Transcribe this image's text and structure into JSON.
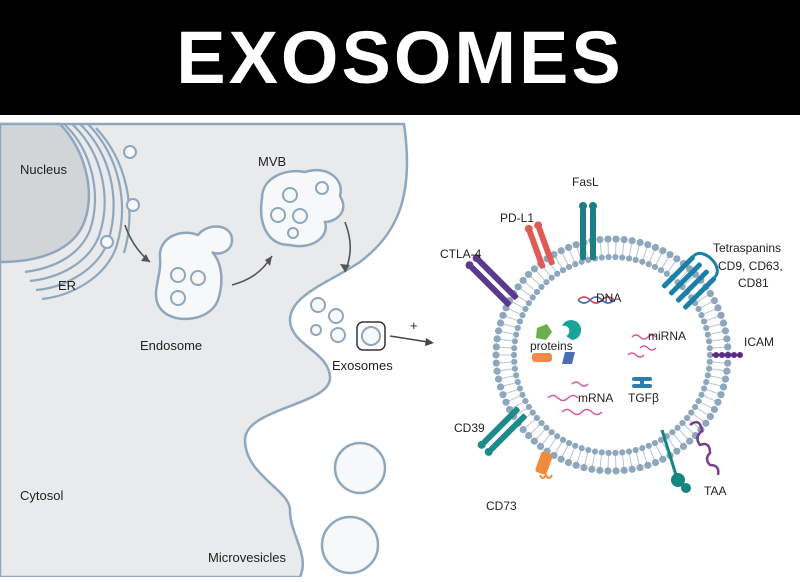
{
  "title": "EXOSOMES",
  "labels": {
    "nucleus": "Nucleus",
    "er": "ER",
    "endosome": "Endosome",
    "mvb": "MVB",
    "exosomes": "Exosomes",
    "cytosol": "Cytosol",
    "microvesicles": "Microvesicles",
    "plus": "+"
  },
  "exosome_labels": {
    "fasl": "FasL",
    "pdl1": "PD-L1",
    "ctla4": "CTLA-4",
    "tetra1": "Tetraspanins",
    "tetra2": "CD9, CD63,",
    "tetra3": "CD81",
    "icam": "ICAM",
    "dna": "DNA",
    "proteins": "proteins",
    "mirna": "miRNA",
    "mrna": "mRNA",
    "tgfb": "TGFβ",
    "cd39": "CD39",
    "cd73": "CD73",
    "taa": "TAA"
  },
  "colors": {
    "cell_fill": "#e8eaec",
    "membrane": "#8fa7bd",
    "nucleus_fill": "#d2d5d8",
    "vesicle_fill": "#f7f8f9",
    "bilayer_head": "#8ea7bd",
    "fasl": "#1c7f86",
    "pdl1": "#e05b56",
    "ctla4": "#5b3a8c",
    "tetraspanin": "#1b7fa6",
    "icam": "#5b2a86",
    "cd39": "#1f8a8a",
    "cd73": "#ef8b3c",
    "taa": "#14857f",
    "taa_chain": "#7a3e8e",
    "dna": "#c94a6a",
    "rna": "#d45aa0",
    "protein_green": "#6ab04c",
    "protein_teal": "#1aa39a",
    "protein_orange": "#f08a4b",
    "protein_blue": "#4a6fb5",
    "tgfb": "#2a7fb0"
  }
}
